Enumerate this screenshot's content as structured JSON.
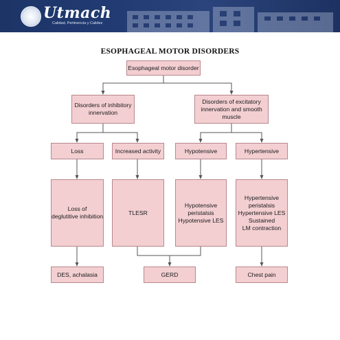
{
  "header": {
    "logo_text": "Utmach",
    "logo_subtitle": "Calidad, Pertinencia y Calidez",
    "seal_icon": "university-seal-icon"
  },
  "diagram": {
    "title": "ESOPHAGEAL MOTOR DISORDERS",
    "nodes": {
      "root": "Esophageal motor disorder",
      "inhibitory": "Disorders of inhibitory\ninnervation",
      "excitatory": "Disorders of excitatory\ninnervation and smooth muscle",
      "loss": "Loss",
      "increased": "Increased activity",
      "hypotensive": "Hypotensive",
      "hypertensive": "Hypertensive",
      "loss_detail": "Loss of\ndeglutitive inhibition",
      "tlesr": "TLESR",
      "hypo_detail": "Hypotensive\nperistalsis\nHypotensive LES",
      "hyper_detail": "Hypertensive\nperistalsis\nHypertensive LES\nSustained\nLM contraction",
      "des": "DES, achalasia",
      "gerd": "GERD",
      "chest": "Chest pain"
    },
    "colors": {
      "box_fill": "#f3cfd2",
      "box_border": "#b8868b",
      "line": "#555555"
    }
  }
}
